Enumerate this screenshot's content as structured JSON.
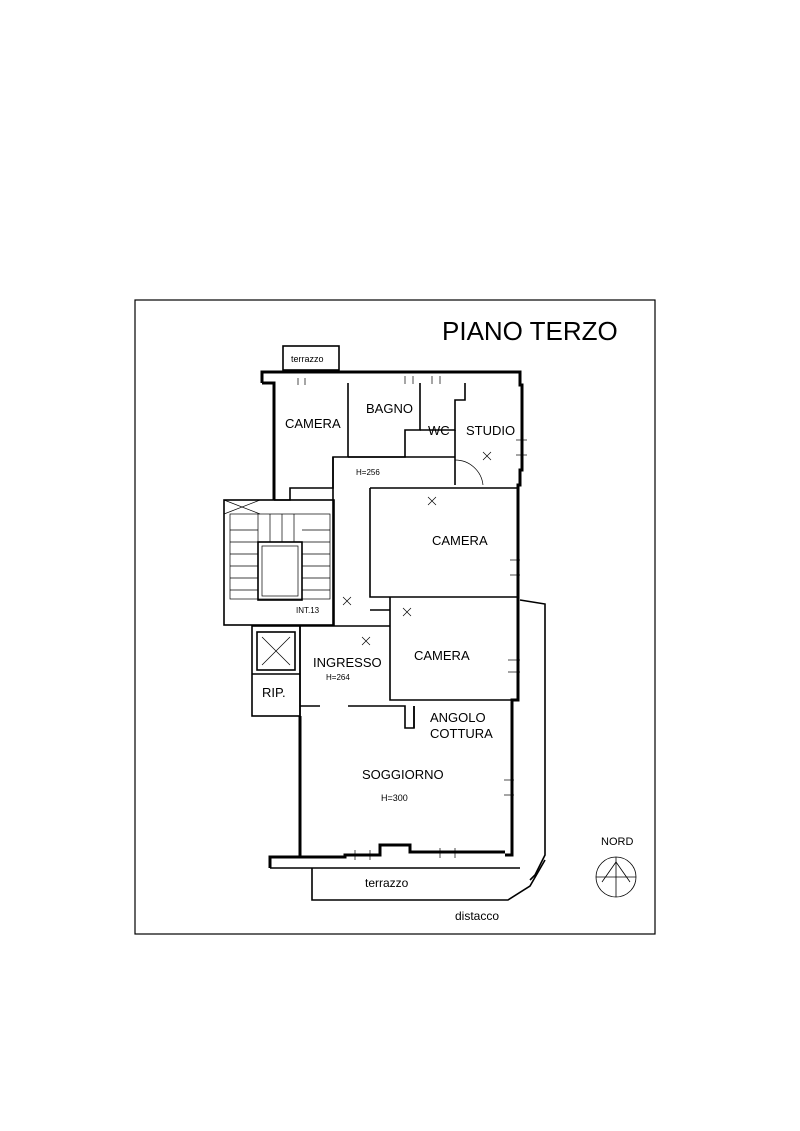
{
  "title": "PIANO TERZO",
  "rooms": {
    "camera_1": "CAMERA",
    "bagno": "BAGNO",
    "wc": "WC",
    "studio": "STUDIO",
    "camera_2": "CAMERA",
    "camera_3": "CAMERA",
    "ingresso": "INGRESSO",
    "rip": "RIP.",
    "angolo_cottura_1": "ANGOLO",
    "angolo_cottura_2": "COTTURA",
    "soggiorno": "SOGGIORNO"
  },
  "heights": {
    "corridor": "H=256",
    "ingresso": "H=264",
    "soggiorno": "H=300"
  },
  "unit_label": "INT.13",
  "terrace_top": "terrazzo",
  "terrace_bottom": "terrazzo",
  "distacco": "distacco",
  "compass_label": "NORD"
}
